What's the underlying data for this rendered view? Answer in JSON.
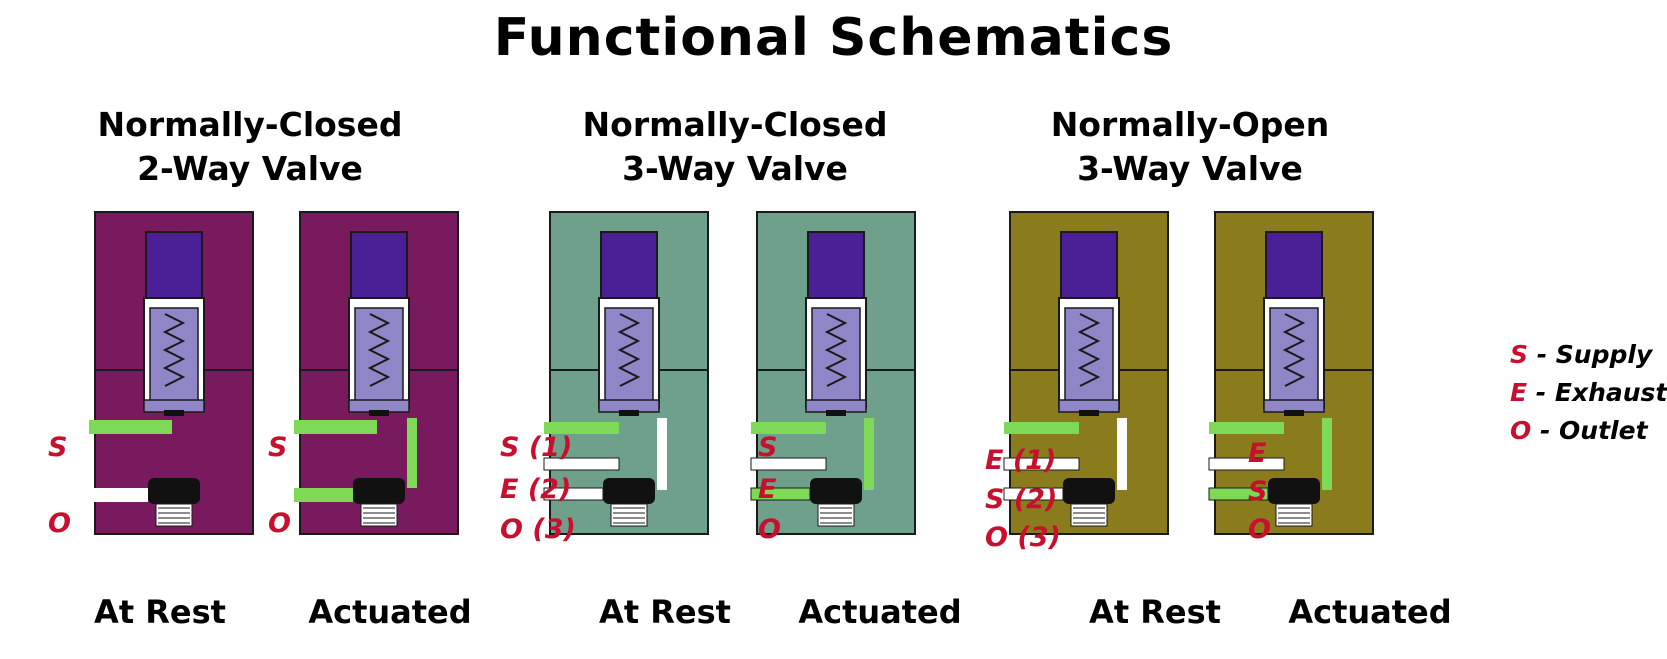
{
  "title": "Functional Schematics",
  "groups": [
    {
      "title_line1": "Normally-Closed",
      "title_line2": "2-Way Valve",
      "body_color": "#7a1a5e",
      "states": [
        "At Rest",
        "Actuated"
      ],
      "rest_ports": [
        "S",
        "O"
      ],
      "actuated_ports": [
        "S",
        "O"
      ]
    },
    {
      "title_line1": "Normally-Closed",
      "title_line2": "3-Way Valve",
      "body_color": "#6fa08c",
      "states": [
        "At Rest",
        "Actuated"
      ],
      "rest_ports": [
        "S (1)",
        "E (2)",
        "O (3)"
      ],
      "actuated_ports": [
        "S",
        "E",
        "O"
      ]
    },
    {
      "title_line1": "Normally-Open",
      "title_line2": "3-Way Valve",
      "body_color": "#8a7c1c",
      "states": [
        "At Rest",
        "Actuated"
      ],
      "rest_ports": [
        "E (1)",
        "S (2)",
        "O (3)"
      ],
      "actuated_ports": [
        "E",
        "S",
        "O"
      ]
    }
  ],
  "legend": [
    {
      "key": "S",
      "text": " - Supply"
    },
    {
      "key": "E",
      "text": " - Exhaust"
    },
    {
      "key": "O",
      "text": " - Outlet"
    }
  ],
  "colors": {
    "coil": "#4b1f96",
    "plunger": "#8f86c8",
    "flow": "#7ed957",
    "port_label": "#c8102e",
    "seal": "#111111"
  }
}
